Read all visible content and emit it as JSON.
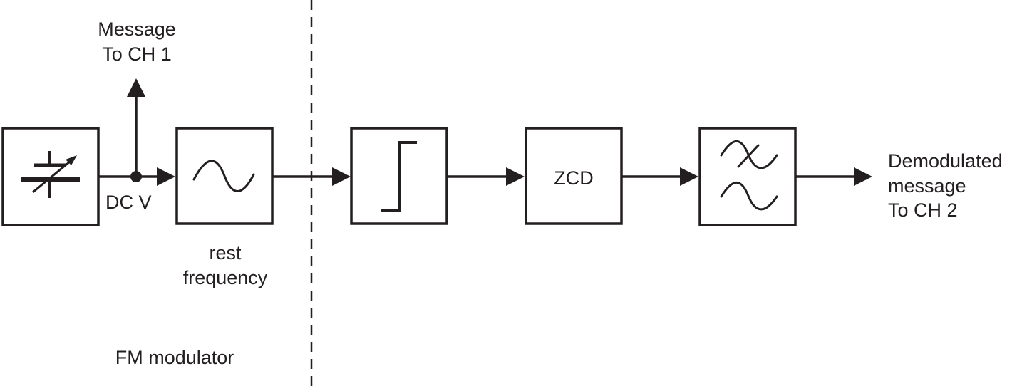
{
  "labels": {
    "message_line1": "Message",
    "message_line2": "To CH 1",
    "dc_v": "DC V",
    "rest_line1": "rest",
    "rest_line2": "frequency",
    "zcd": "ZCD",
    "demod_line1": "Demodulated",
    "demod_line2": "message",
    "demod_line3": "To CH 2",
    "fm_modulator": "FM modulator"
  },
  "icons": {
    "block1": "variable-capacitor-icon",
    "block2": "sine-wave-icon",
    "block3": "comparator-step-icon",
    "block5": "low-pass-filter-icon"
  },
  "colors": {
    "ink": "#231f20",
    "background": "#ffffff"
  }
}
